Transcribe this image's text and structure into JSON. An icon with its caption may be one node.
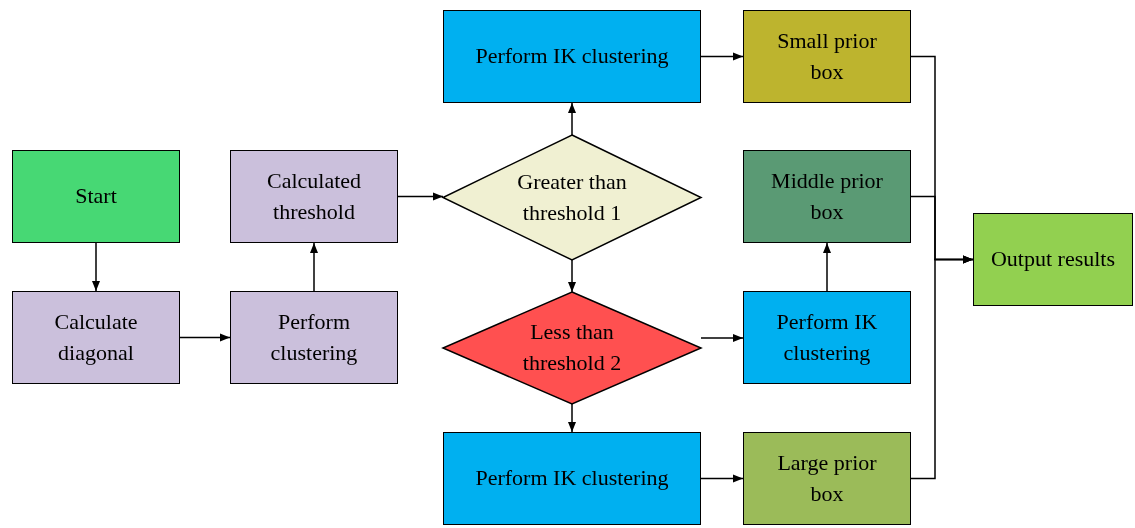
{
  "diagram": {
    "nodes": [
      {
        "text": [
          "Start"
        ]
      },
      {
        "text": [
          "Calculate diagonal"
        ]
      },
      {
        "text": [
          "Perform clustering"
        ]
      },
      {
        "text": [
          "Calculated threshold"
        ]
      },
      {
        "text": [
          "Greater than threshold 1"
        ]
      },
      {
        "text": [
          "Perform IK clustering"
        ]
      },
      {
        "text": [
          "Small prior box"
        ]
      },
      {
        "text": [
          "Middle prior box"
        ]
      },
      {
        "text": [
          "Less than threshold 2"
        ]
      },
      {
        "text": [
          "Perform IK clustering"
        ]
      },
      {
        "text": [
          "Perform IK clustering"
        ]
      },
      {
        "text": [
          "Large prior box"
        ]
      },
      {
        "text": [
          "Output results"
        ]
      }
    ],
    "edges": [
      {
        "from": 0,
        "to": 1,
        "arrow": "to"
      },
      {
        "from": 1,
        "to": 2,
        "arrow": "to"
      },
      {
        "from": 2,
        "to": 3,
        "arrow": "to"
      },
      {
        "from": 3,
        "to": 4,
        "arrow": "to"
      },
      {
        "from": 4,
        "to": 5,
        "arrow": "to"
      },
      {
        "from": 4,
        "to": 8,
        "arrow": "to"
      },
      {
        "from": 5,
        "to": 6,
        "arrow": "to"
      },
      {
        "from": 8,
        "to": 9,
        "arrow": "to"
      },
      {
        "from": 8,
        "to": 10,
        "arrow": "to"
      },
      {
        "from": 9,
        "to": 7,
        "arrow": "to"
      },
      {
        "from": 10,
        "to": 11,
        "arrow": "to"
      },
      {
        "from": 6,
        "to": 12,
        "arrow": "to"
      },
      {
        "from": 7,
        "to": 12,
        "arrow": "to"
      },
      {
        "from": 11,
        "to": 12,
        "arrow": "to"
      }
    ]
  }
}
